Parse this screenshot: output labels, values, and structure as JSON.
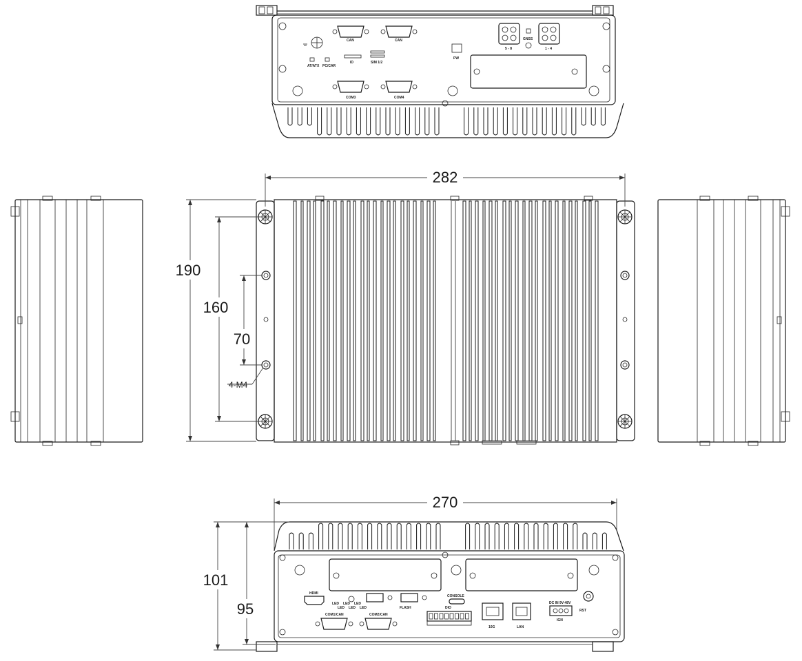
{
  "dimensions": {
    "width_top": "282",
    "height_outer": "190",
    "height_mount": "160",
    "hole_spacing": "70",
    "hole_callout": "4-M4",
    "width_front": "270",
    "height_front_outer": "101",
    "height_front_inner": "95"
  },
  "rear_panel_labels": {
    "can_1": "CAN",
    "can_2": "CAN",
    "com_3": "COM3",
    "com_4": "COM4",
    "id": "ID",
    "sim": "SIM 1/2",
    "pc_car": "PC/CAR",
    "at_atx": "AT/ATX",
    "pw": "PW",
    "gnss": "GNSS",
    "ant_a": "5 - 8",
    "ant_b": "1 - 4"
  },
  "front_panel_labels": {
    "hdmi": "HDMI",
    "com1": "COM1/CAN",
    "com2": "COM2/CAN",
    "flash": "FLASH",
    "console": "CONSOLE",
    "dio": "DIO",
    "lan_1": "10G",
    "lan_2": "LAN",
    "power": "DC IN 9V-48V",
    "ign": "IGN",
    "rst": "RST",
    "led_labels": [
      "LED",
      "LED",
      "LED",
      "LED",
      "LED",
      "LED"
    ]
  }
}
